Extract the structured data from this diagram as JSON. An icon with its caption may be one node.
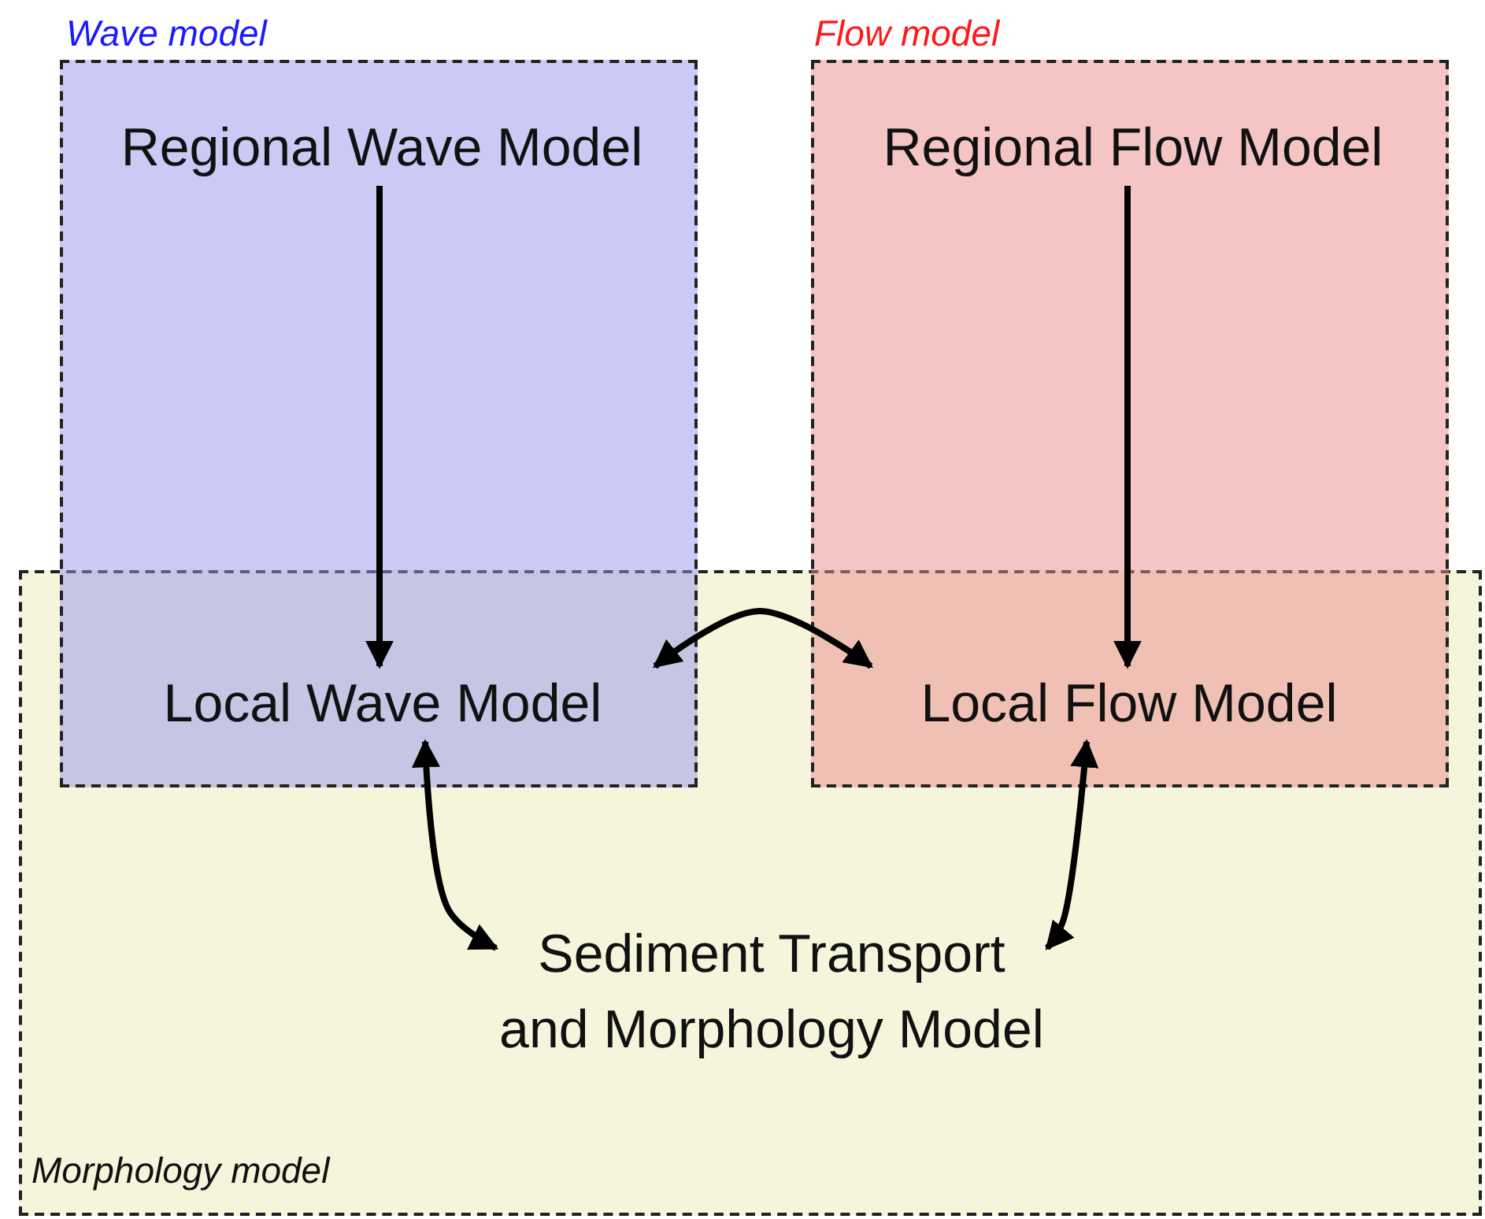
{
  "diagram": {
    "nodes": [
      {
        "text": [
          "Wave model"
        ]
      },
      {
        "text": [
          "Flow model"
        ]
      },
      {
        "text": [
          "Morphology model"
        ]
      },
      {
        "text": [
          "Regional Wave Model"
        ],
        "in": 0
      },
      {
        "text": [
          "Local Wave Model"
        ]
      },
      {
        "text": [
          "Regional Flow Model"
        ],
        "in": 1
      },
      {
        "text": [
          "Local Flow Model"
        ]
      },
      {
        "text": [
          "Sediment Transport and Morphology Model"
        ],
        "in": 2
      }
    ],
    "edges": [
      {
        "from": 3,
        "to": 4,
        "arrow": "to"
      },
      {
        "from": 5,
        "to": 6,
        "arrow": "to"
      },
      {
        "from": 4,
        "to": 6,
        "arrow": "both"
      },
      {
        "from": 4,
        "to": 7,
        "arrow": "both"
      },
      {
        "from": 6,
        "to": 7,
        "arrow": "both"
      }
    ]
  }
}
